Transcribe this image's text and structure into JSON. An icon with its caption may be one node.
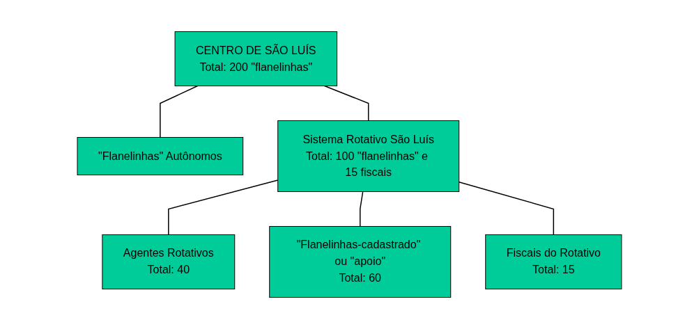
{
  "diagram": {
    "nodes": [
      {
        "text": [
          "CENTRO DE SÃO LUÍS",
          "Total: 200 \"flanelinhas\""
        ]
      },
      {
        "text": [
          "\"Flanelinhas\" Autônomos"
        ]
      },
      {
        "text": [
          "Sistema Rotativo São Luís",
          "Total: 100 \"flanelinhas\" e 15 fiscais"
        ]
      },
      {
        "text": [
          "Agentes Rotativos",
          "Total: 40"
        ]
      },
      {
        "text": [
          "\"Flanelinhas-cadastrado\" ou \"apoio\"",
          "Total: 60"
        ]
      },
      {
        "text": [
          "Fiscais do Rotativo",
          "Total: 15"
        ]
      }
    ],
    "edges": [
      {
        "from": 0,
        "to": 1,
        "arrow": "none"
      },
      {
        "from": 0,
        "to": 2,
        "arrow": "none"
      },
      {
        "from": 2,
        "to": 3,
        "arrow": "none"
      },
      {
        "from": 2,
        "to": 4,
        "arrow": "none"
      },
      {
        "from": 2,
        "to": 5,
        "arrow": "none"
      }
    ]
  }
}
